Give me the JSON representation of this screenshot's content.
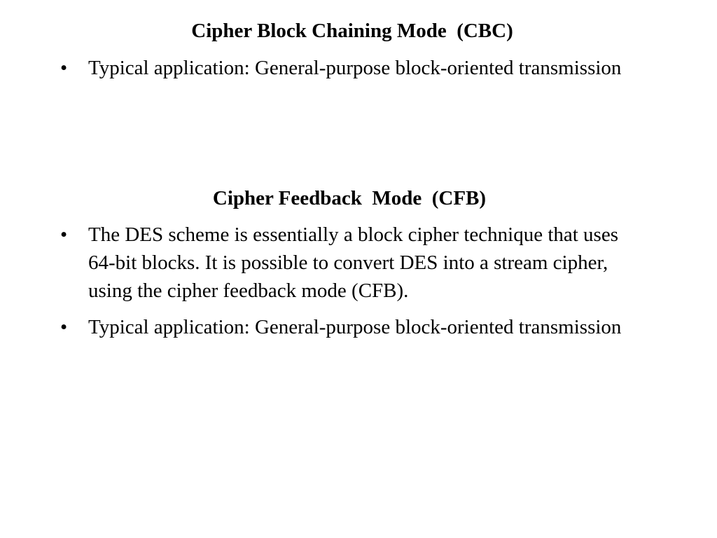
{
  "section_cbc": {
    "heading": "Cipher Block Chaining Mode  (CBC)",
    "bullets": [
      "Typical application: General-purpose block-oriented transmission"
    ]
  },
  "section_cfb": {
    "heading": "Cipher Feedback  Mode  (CFB)",
    "bullets": [
      "The DES scheme is essentially a block cipher technique that uses 64-bit blocks. It is possible to convert DES into a stream cipher, using the cipher feedback mode (CFB).",
      "Typical application: General-purpose block-oriented transmission"
    ]
  },
  "bullet_glyph": "•"
}
